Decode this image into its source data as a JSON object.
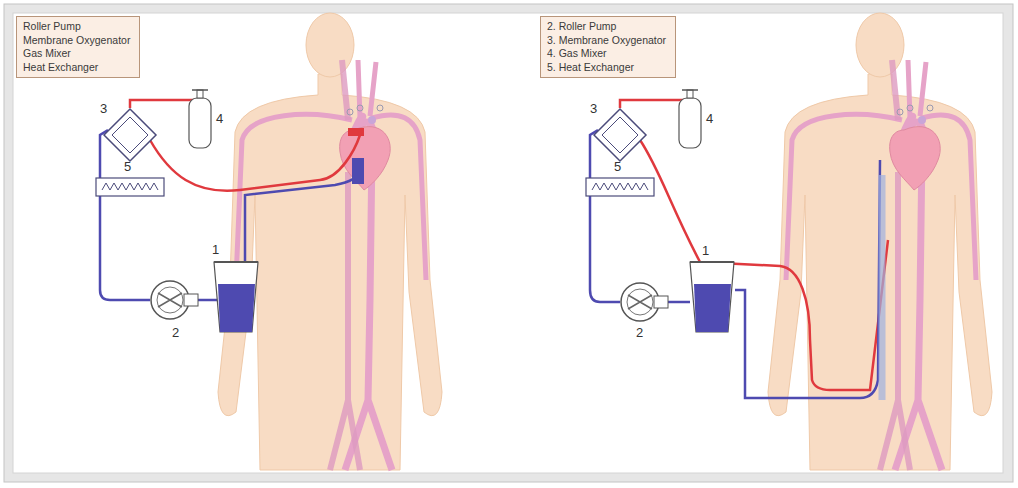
{
  "diagram": {
    "nodes": [
      {
        "text": [
          "Roller Pump",
          "Membrane Oxygenator",
          "Gas Mixer",
          "Heat Exchanger"
        ]
      },
      {
        "text": [
          "2. Roller Pump",
          "3. Membrane Oxygenator",
          "4. Gas Mixer",
          "5. Heat Exchanger"
        ]
      }
    ],
    "labels": [
      "3",
      "4",
      "5",
      "1",
      "2",
      "3",
      "4",
      "5",
      "1",
      "2"
    ]
  }
}
